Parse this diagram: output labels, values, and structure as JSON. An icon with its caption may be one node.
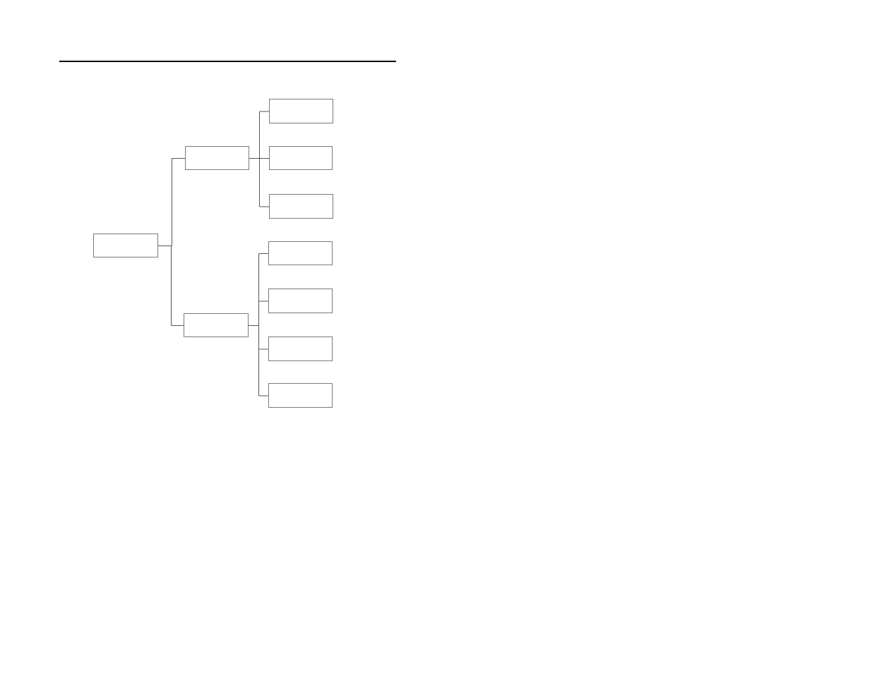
{
  "diagram": {
    "nodes": [
      {
        "text": [],
        "shape": "box"
      },
      {
        "text": [],
        "shape": "box"
      },
      {
        "text": [],
        "shape": "box"
      },
      {
        "text": [],
        "shape": "box"
      },
      {
        "text": [],
        "shape": "box"
      },
      {
        "text": [],
        "shape": "box"
      },
      {
        "text": [],
        "shape": "box"
      },
      {
        "text": [],
        "shape": "box"
      },
      {
        "text": [],
        "shape": "box"
      },
      {
        "text": [],
        "shape": "box"
      }
    ],
    "edges": [
      {
        "from": 0,
        "to": 1,
        "arrow": "none"
      },
      {
        "from": 0,
        "to": 2,
        "arrow": "none"
      },
      {
        "from": 1,
        "to": 3,
        "arrow": "none"
      },
      {
        "from": 1,
        "to": 4,
        "arrow": "none"
      },
      {
        "from": 1,
        "to": 5,
        "arrow": "none"
      },
      {
        "from": 2,
        "to": 6,
        "arrow": "none"
      },
      {
        "from": 2,
        "to": 7,
        "arrow": "none"
      },
      {
        "from": 2,
        "to": 8,
        "arrow": "none"
      },
      {
        "from": 2,
        "to": 9,
        "arrow": "none"
      }
    ]
  }
}
